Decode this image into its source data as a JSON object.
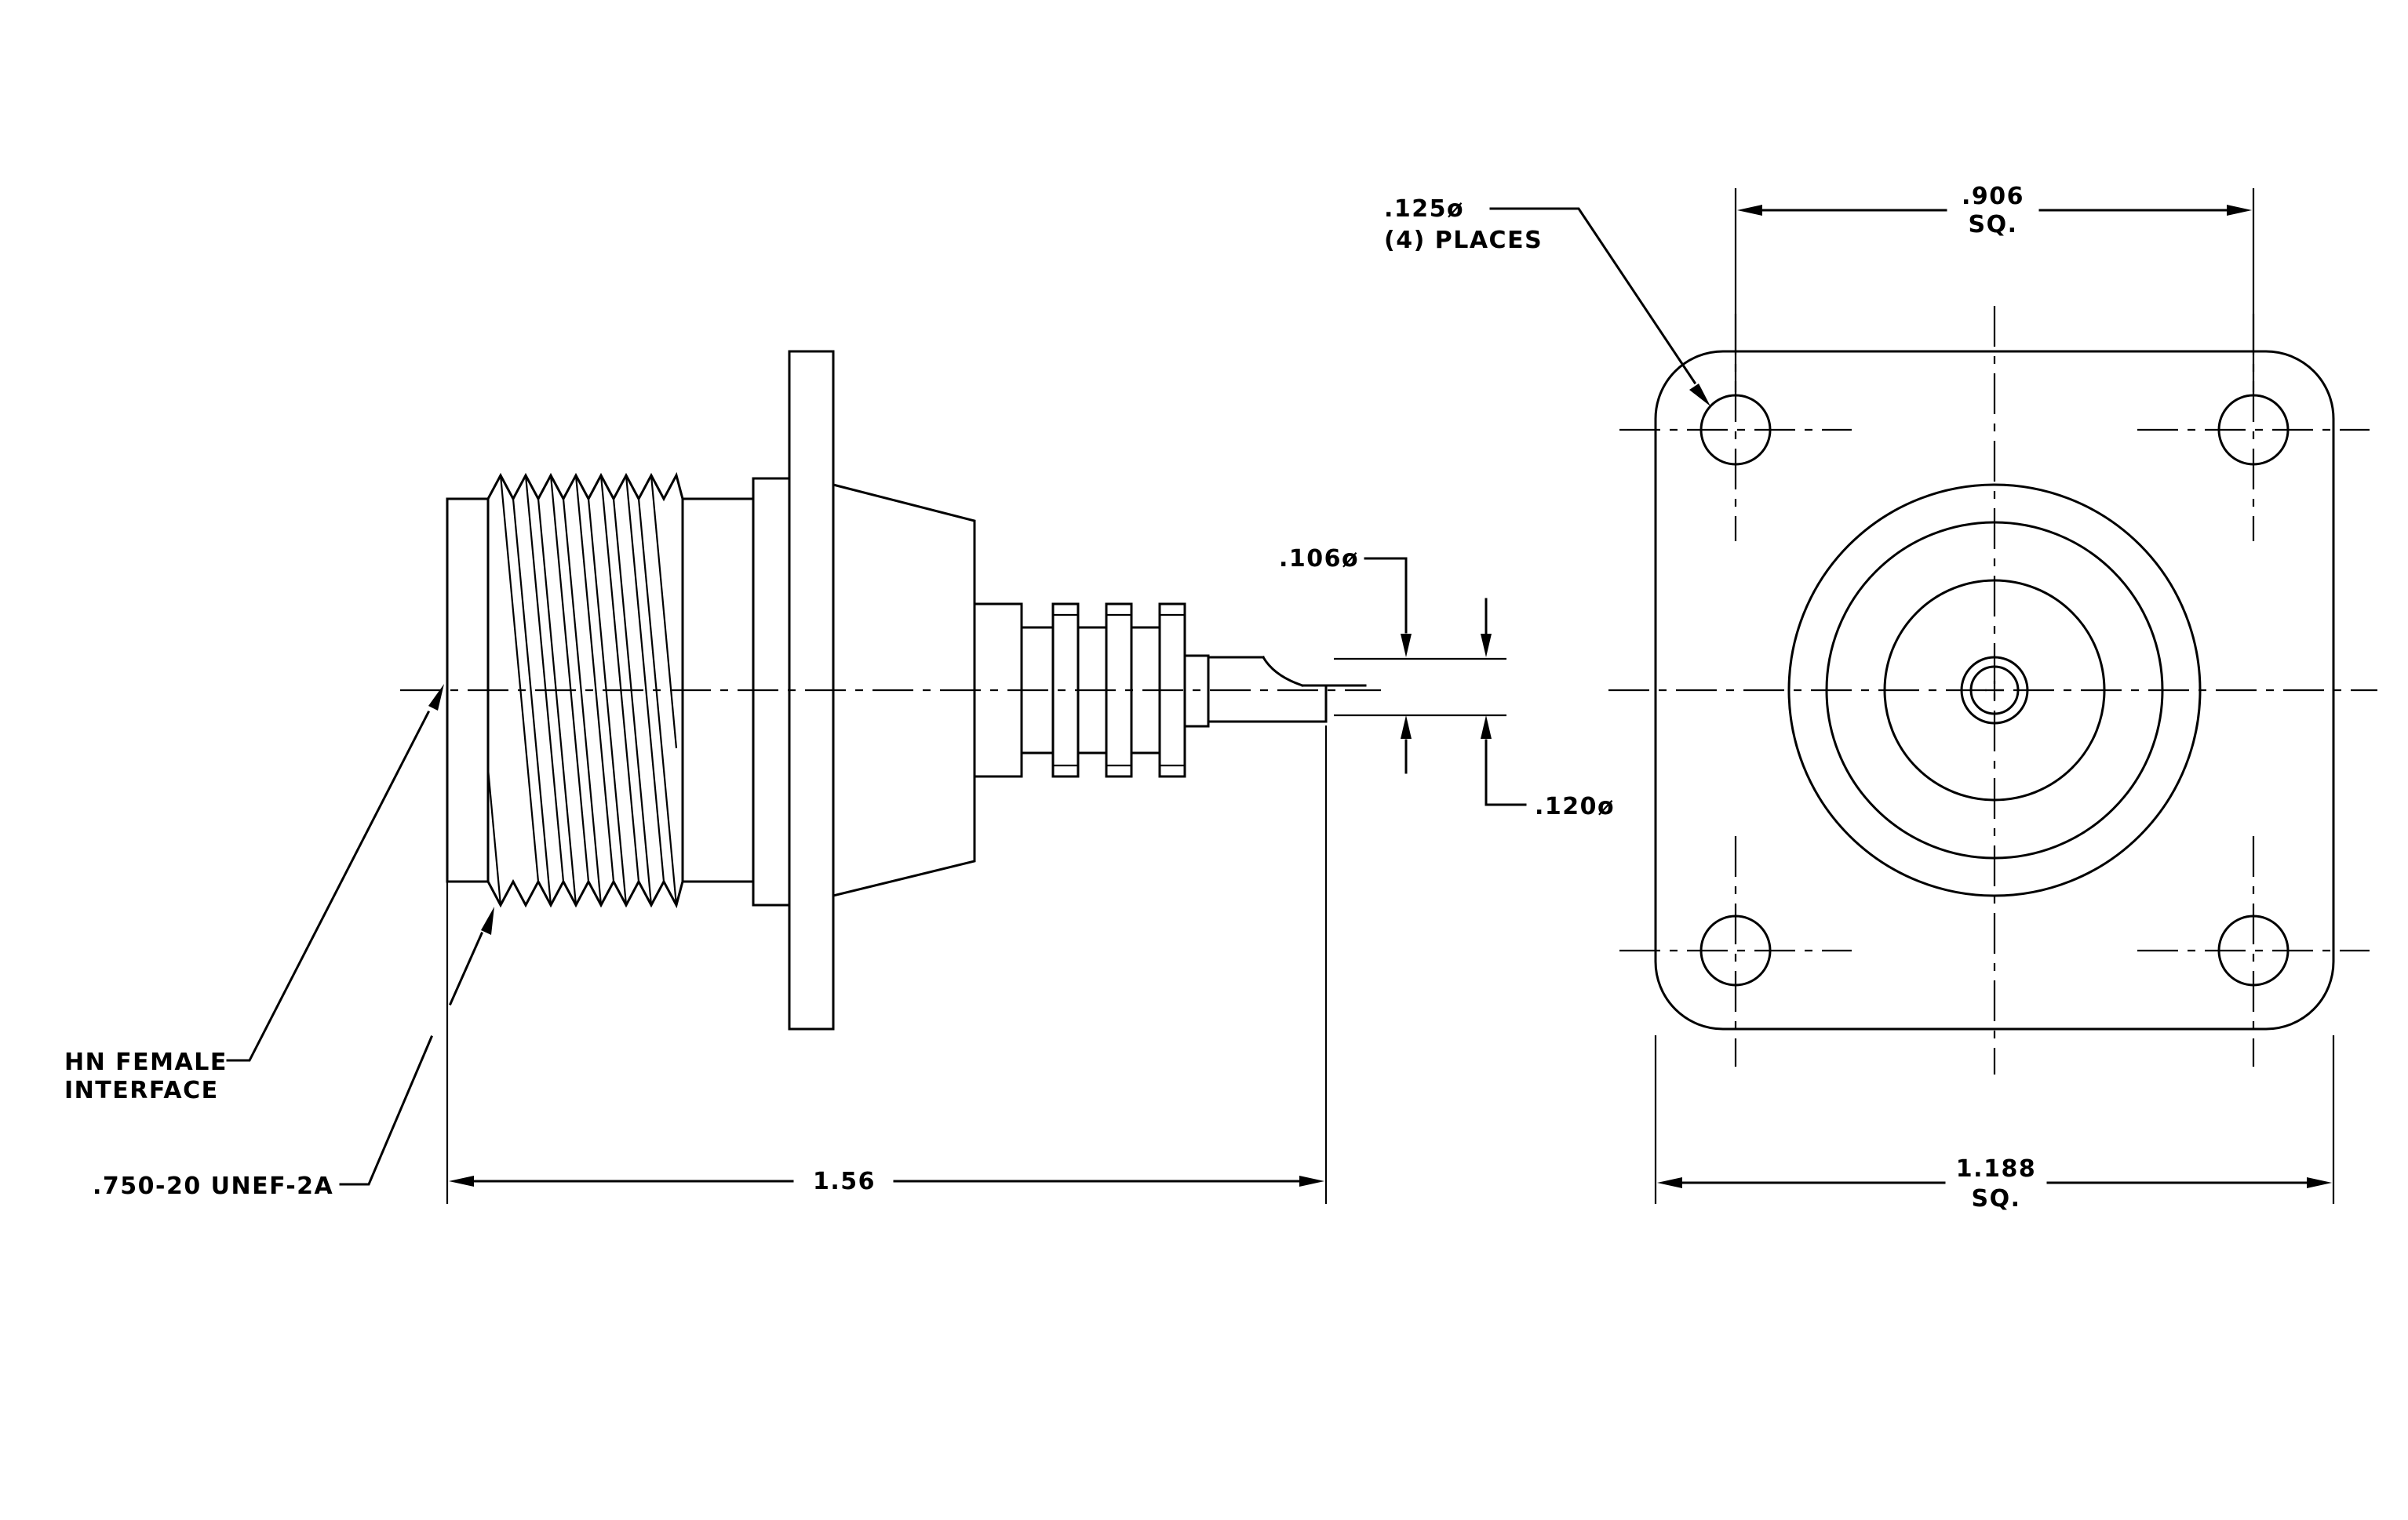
{
  "callouts": {
    "hole_dia": ".125ø",
    "hole_places": "(4) PLACES",
    "pin_dia": ".106ø",
    "body_dia": ".120ø",
    "interface_line1": "HN FEMALE",
    "interface_line2": "INTERFACE",
    "thread": ".750-20 UNEF-2A"
  },
  "dimensions": {
    "overall_length": "1.56",
    "hole_spacing": ".906",
    "hole_spacing_note": "SQ.",
    "flange_size": "1.188",
    "flange_size_note": "SQ."
  }
}
